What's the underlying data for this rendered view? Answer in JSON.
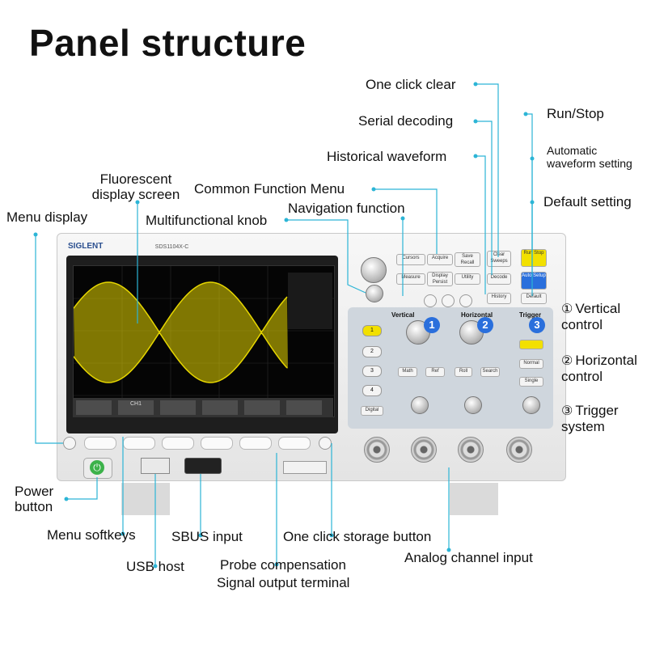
{
  "title": "Panel structure",
  "callouts": {
    "one_click_clear": "One click clear",
    "serial_decoding": "Serial decoding",
    "historical_waveform": "Historical waveform",
    "run_stop": "Run/Stop",
    "auto_setting": "Automatic waveform setting",
    "default_setting": "Default setting",
    "fluorescent": "Fluorescent display screen",
    "common_menu": "Common Function Menu",
    "menu_display": "Menu display",
    "multi_knob": "Multifunctional knob",
    "navigation": "Navigation function",
    "vertical": "Vertical control",
    "horizontal": "Horizontal control",
    "trigger": "Trigger system",
    "power_button": "Power button",
    "menu_softkeys": "Menu softkeys",
    "sbus_input": "SBUS input",
    "one_click_storage": "One click storage button",
    "usb_host": "USB host",
    "probe_comp": "Probe compensation",
    "signal_output": "Signal output terminal",
    "analog_input": "Analog channel input"
  },
  "markers": {
    "vertical": "①",
    "horizontal": "②",
    "trigger": "③"
  },
  "device": {
    "brand": "SIGLENT",
    "model": "SDS1104X-C",
    "softkey_labels": [
      "",
      "CH1",
      "",
      "",
      "",
      ""
    ],
    "channels": [
      "1",
      "2",
      "3",
      "4"
    ],
    "buttons": {
      "run_stop": "Run Stop",
      "auto_setup": "Auto Setup",
      "default": "Default",
      "clear_sweeps": "Clear Sweeps",
      "decode": "Decode",
      "history": "History",
      "cursors": "Cursors",
      "acquire": "Acquire",
      "save_recall": "Save Recall",
      "measure": "Measure",
      "display_persist": "Display Persist",
      "utility": "Utility",
      "math": "Math",
      "ref": "Ref",
      "roll": "Roll",
      "search": "Search",
      "normal": "Normal",
      "single": "Single",
      "digital": "Digital",
      "vertical_hdr": "Vertical",
      "horizontal_hdr": "Horizontal",
      "trigger_hdr": "Trigger"
    },
    "colors": {
      "ch1": "#f2e000",
      "ch2": "#e0457b",
      "ch3": "#3aa0e0",
      "ch4": "#2fb36a",
      "run_stop": "#f2e000",
      "auto_setup": "#2a6fdc",
      "waveform": "#e6d600"
    }
  }
}
